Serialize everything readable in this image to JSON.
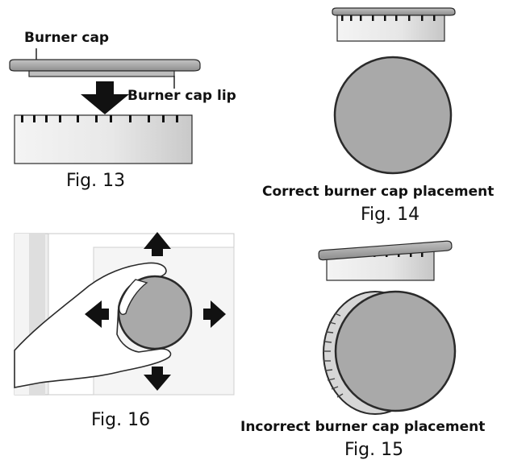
{
  "fig13": {
    "label_cap": "Burner cap",
    "label_lip": "Burner cap lip",
    "caption": "Fig. 13"
  },
  "fig14": {
    "title": "Correct burner cap placement",
    "caption": "Fig. 14"
  },
  "fig15": {
    "title": "Incorrect burner cap placement",
    "caption": "Fig. 15"
  },
  "fig16": {
    "caption": "Fig. 16"
  },
  "colors": {
    "cap_fill": "#a9a9a9",
    "cap_stroke": "#2a2a2a",
    "base_light": "#f2f2f2",
    "base_dark": "#cfcfcf",
    "arrow": "#111111",
    "stove_frame": "#e6e6e6"
  },
  "icons": [
    "arrow-up-icon",
    "arrow-down-icon",
    "arrow-left-icon",
    "arrow-right-icon",
    "hand-icon"
  ]
}
